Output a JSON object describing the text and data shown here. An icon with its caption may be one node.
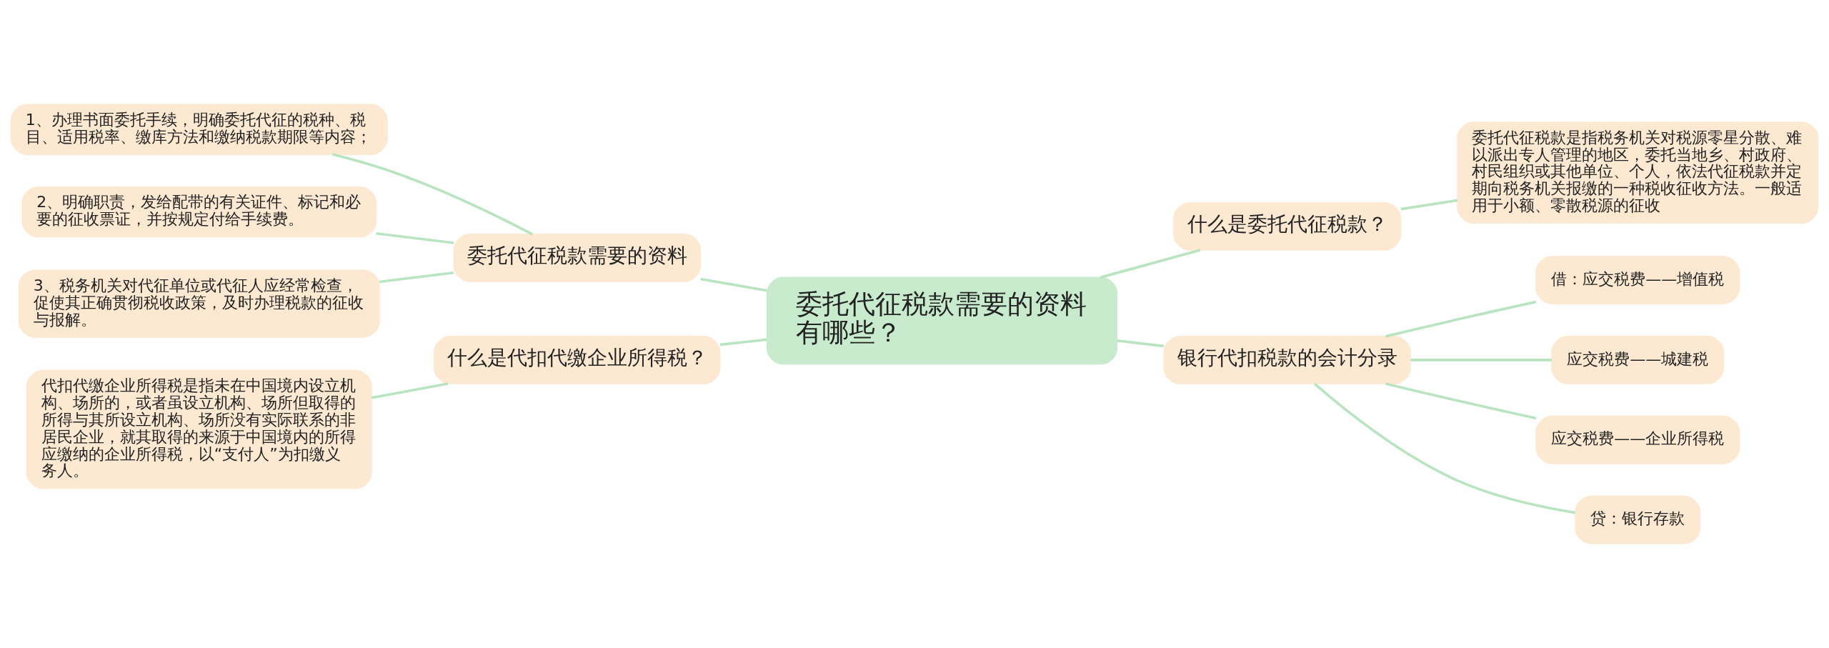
{
  "diagram": {
    "nodes": [
      {
        "text": [
          "委托代征税款需要的资料有哪些？"
        ]
      },
      {
        "text": [
          "委托代征税款需要的资料"
        ]
      },
      {
        "text": [
          "1、办理书面委托手续，明确委托代征的税种、税目、适用税率、缴库方法和缴纳税款期限等内容；"
        ]
      },
      {
        "text": [
          "2、明确职责，发给配带的有关证件、标记和必要的征收票证，并按规定付给手续费。"
        ]
      },
      {
        "text": [
          "3、税务机关对代征单位或代征人应经常检查，促使其正确贯彻税收政策，及时办理税款的征收与报解。"
        ]
      },
      {
        "text": [
          "什么是代扣代缴企业所得税？"
        ]
      },
      {
        "text": [
          "代扣代缴企业所得税是指未在中国境内设立机构、场所的，或者虽设立机构、场所但取得的所得与其所设立机构、场所没有实际联系的非居民企业，就其取得的来源于中国境内的所得应缴纳的企业所得税，以“支付人”为扣缴义务人。"
        ]
      },
      {
        "text": [
          "什么是委托代征税款？"
        ]
      },
      {
        "text": [
          "委托代征税款是指税务机关对税源零星分散、难以派出专人管理的地区，委托当地乡、村政府、村民组织或其他单位、个人，依法代征税款并定期向税务机关报缴的一种税收征收方法。一般适用于小额、零散税源的征收"
        ]
      },
      {
        "text": [
          "银行代扣税款的会计分录"
        ]
      },
      {
        "text": [
          "借：应交税费——增值税"
        ]
      },
      {
        "text": [
          "应交税费——城建税"
        ]
      },
      {
        "text": [
          "应交税费——企业所得税"
        ]
      },
      {
        "text": [
          "贷：银行存款"
        ]
      }
    ],
    "edges": [
      {
        "from": 0,
        "to": 1,
        "arrow": "none"
      },
      {
        "from": 1,
        "to": 2,
        "arrow": "none"
      },
      {
        "from": 1,
        "to": 3,
        "arrow": "none"
      },
      {
        "from": 1,
        "to": 4,
        "arrow": "none"
      },
      {
        "from": 0,
        "to": 5,
        "arrow": "none"
      },
      {
        "from": 5,
        "to": 6,
        "arrow": "none"
      },
      {
        "from": 0,
        "to": 7,
        "arrow": "none"
      },
      {
        "from": 7,
        "to": 8,
        "arrow": "none"
      },
      {
        "from": 0,
        "to": 9,
        "arrow": "none"
      },
      {
        "from": 9,
        "to": 10,
        "arrow": "none"
      },
      {
        "from": 9,
        "to": 11,
        "arrow": "none"
      },
      {
        "from": 9,
        "to": 12,
        "arrow": "none"
      },
      {
        "from": 9,
        "to": 13,
        "arrow": "none"
      }
    ]
  }
}
